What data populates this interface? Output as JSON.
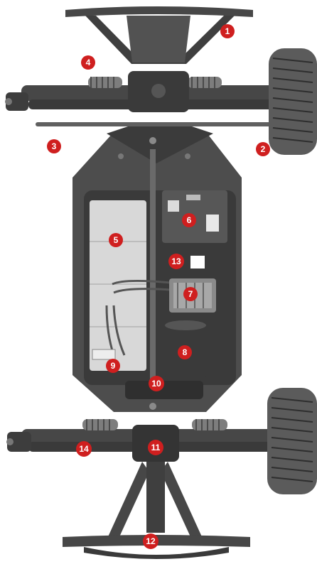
{
  "diagram": {
    "colors": {
      "chassis": "#4a4a4a",
      "chassis_dark": "#2f2f2f",
      "plate": "#5a5a5a",
      "battery": "#d9d9d9",
      "tire": "#595959",
      "callout": "#cf1f1f",
      "callout_text": "#ffffff"
    },
    "callouts": [
      {
        "label": "1"
      },
      {
        "label": "2"
      },
      {
        "label": "3"
      },
      {
        "label": "4"
      },
      {
        "label": "5"
      },
      {
        "label": "6"
      },
      {
        "label": "7"
      },
      {
        "label": "8"
      },
      {
        "label": "9"
      },
      {
        "label": "10"
      },
      {
        "label": "11"
      },
      {
        "label": "12"
      },
      {
        "label": "13"
      },
      {
        "label": "14"
      }
    ]
  }
}
